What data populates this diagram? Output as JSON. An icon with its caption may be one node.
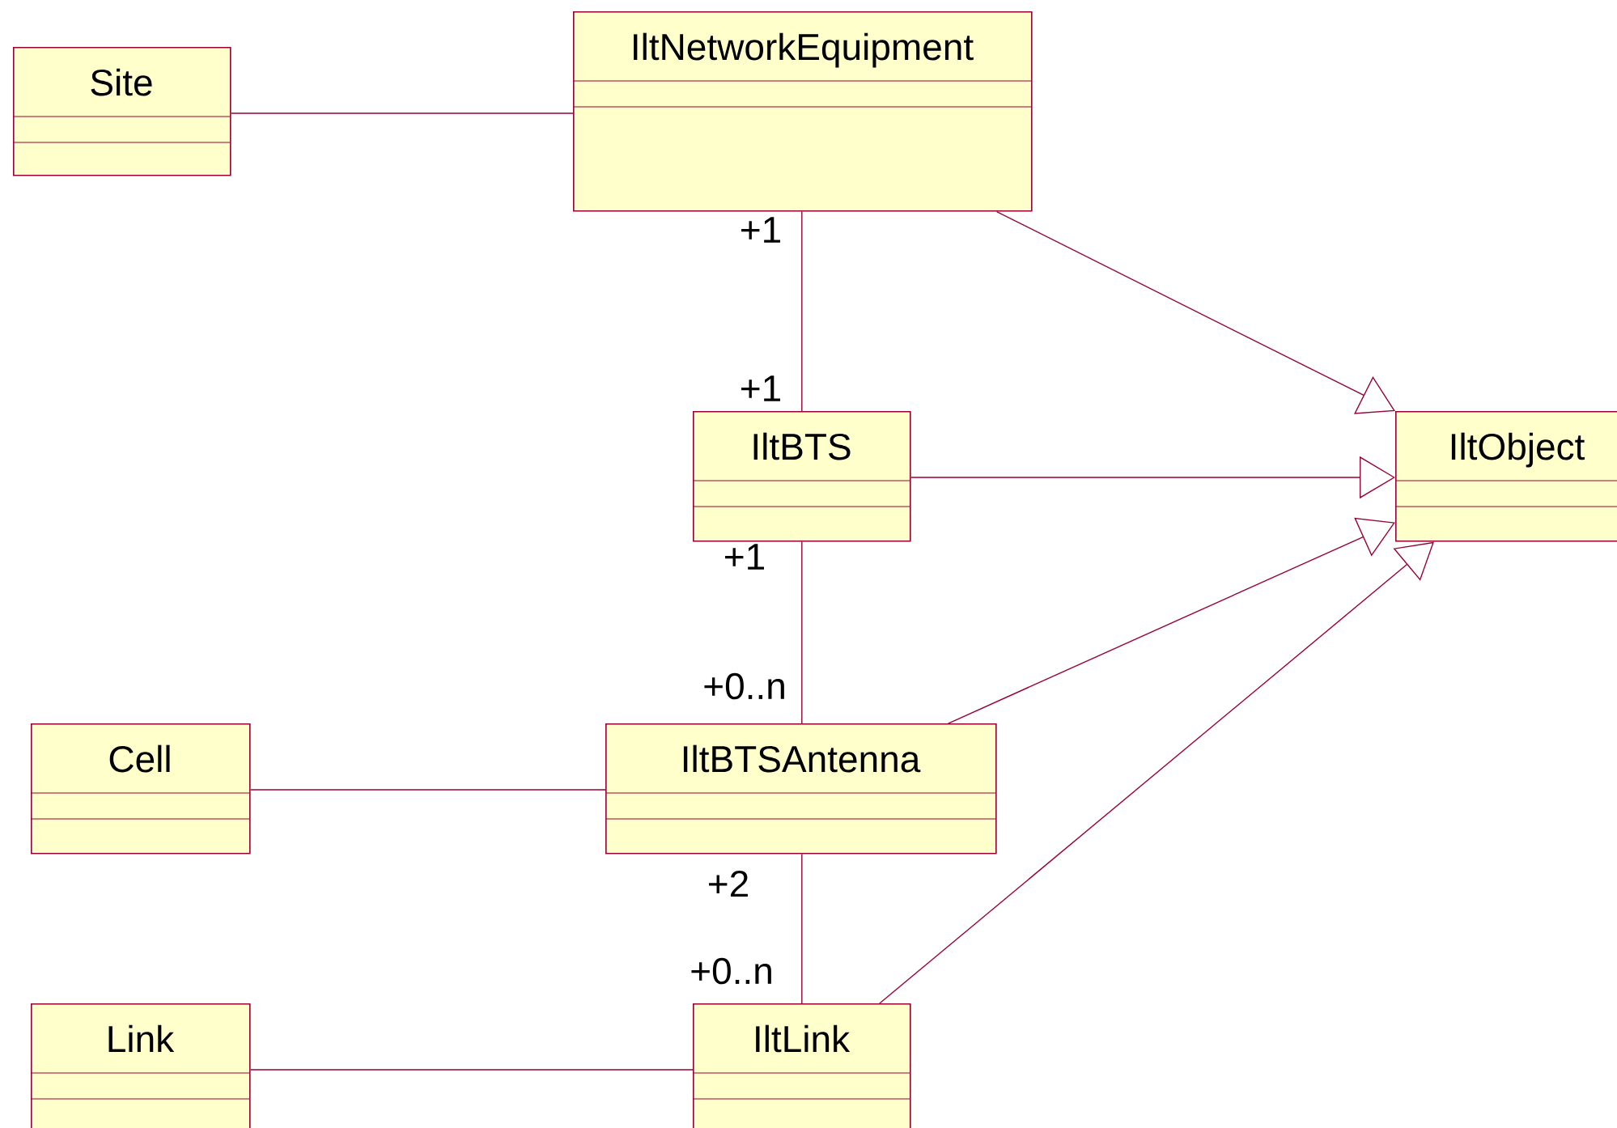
{
  "diagram": {
    "nodes": [
      {
        "text": [
          "Site"
        ]
      },
      {
        "text": [
          "IltNetworkEquipment"
        ]
      },
      {
        "text": [
          "IltBTS"
        ]
      },
      {
        "text": [
          "IltObject"
        ]
      },
      {
        "text": [
          "Cell"
        ]
      },
      {
        "text": [
          "IltBTSAntenna"
        ]
      },
      {
        "text": [
          "Link"
        ]
      },
      {
        "text": [
          "IltLink"
        ]
      }
    ],
    "edges": [
      {
        "from": 0,
        "to": 1,
        "arrow": "none"
      },
      {
        "from": 1,
        "to": 2,
        "arrow": "none"
      },
      {
        "from": 1,
        "to": 3,
        "arrow": "to"
      },
      {
        "from": 2,
        "to": 3,
        "arrow": "to"
      },
      {
        "from": 2,
        "to": 5,
        "arrow": "none"
      },
      {
        "from": 5,
        "to": 3,
        "arrow": "to"
      },
      {
        "from": 4,
        "to": 5,
        "arrow": "none"
      },
      {
        "from": 5,
        "to": 7,
        "arrow": "none"
      },
      {
        "from": 7,
        "to": 3,
        "arrow": "to"
      },
      {
        "from": 6,
        "to": 7,
        "arrow": "none"
      }
    ],
    "labels": [
      "+1",
      "+1",
      "+1",
      "+0..n",
      "+2",
      "+0..n"
    ]
  }
}
